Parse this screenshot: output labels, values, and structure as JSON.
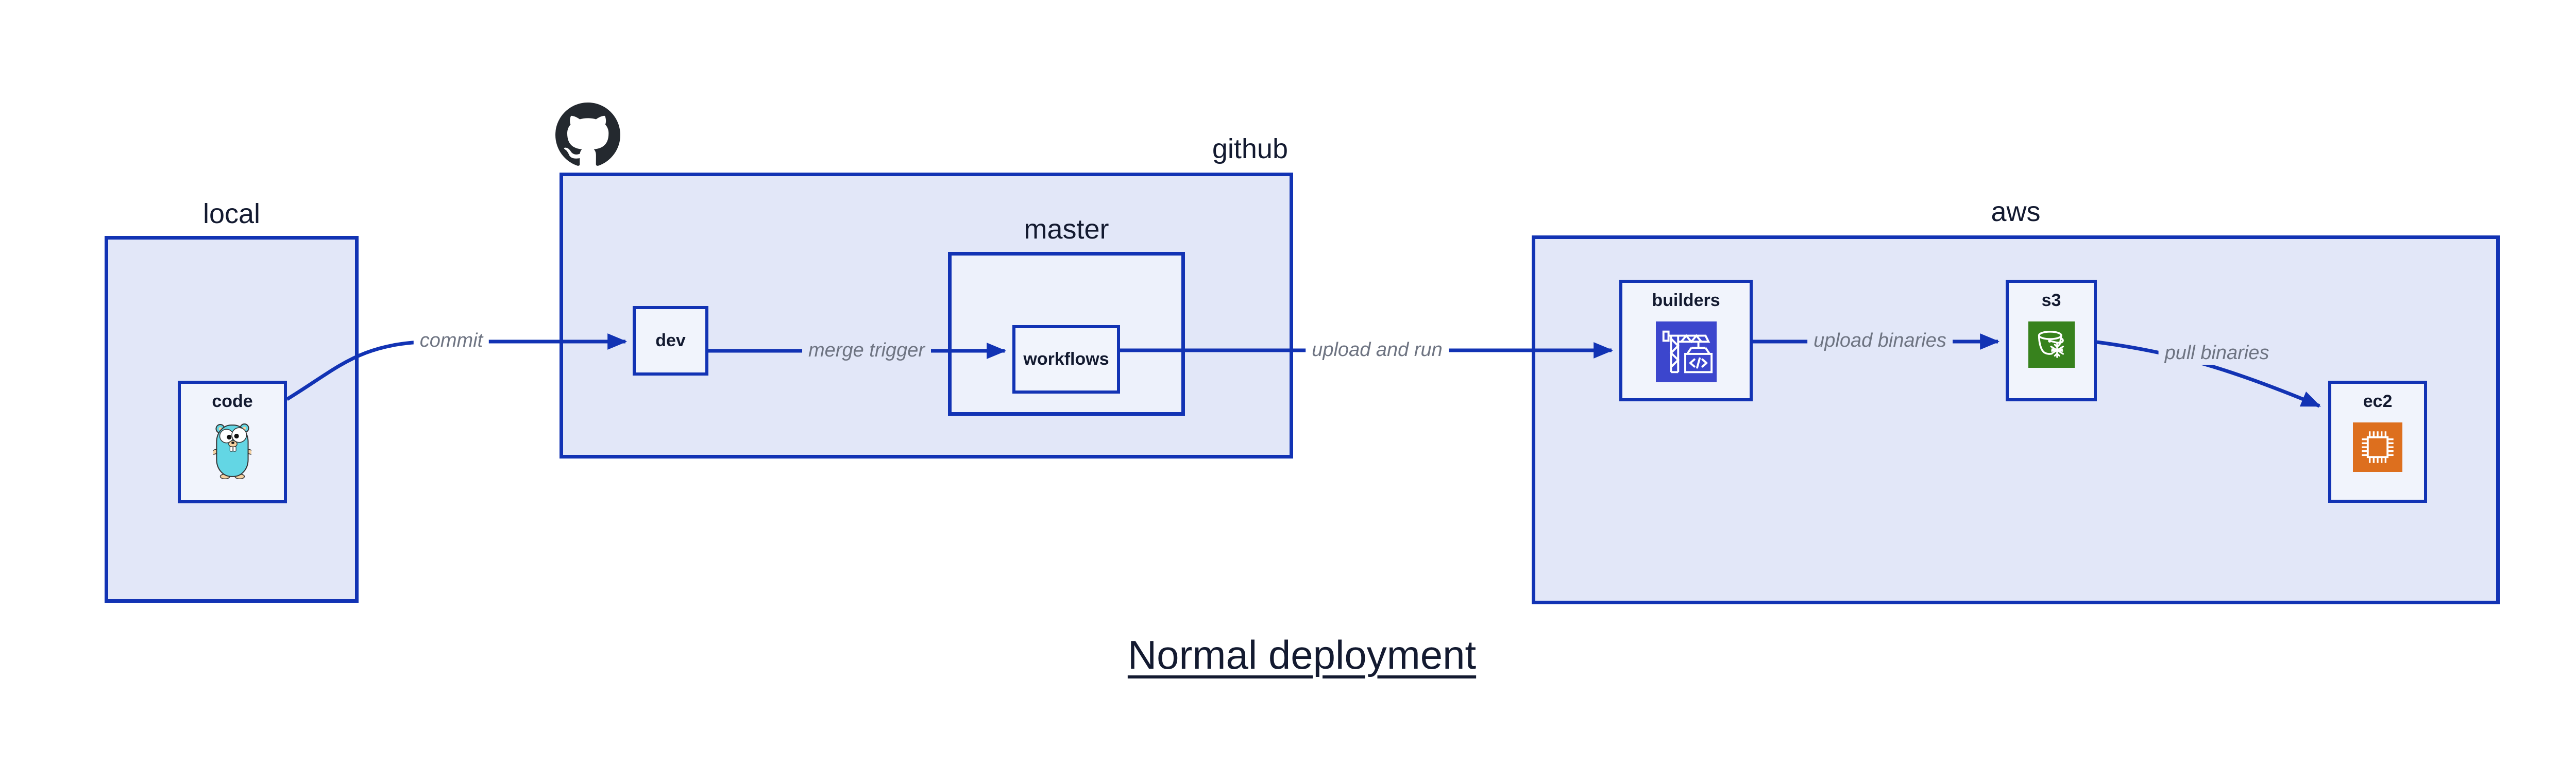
{
  "diagram": {
    "title": "Normal deployment",
    "groups": {
      "local": {
        "label": "local"
      },
      "github": {
        "label": "github"
      },
      "master": {
        "label": "master"
      },
      "aws": {
        "label": "aws"
      }
    },
    "nodes": {
      "code": {
        "label": "code",
        "icon": "go-gopher-icon"
      },
      "dev": {
        "label": "dev"
      },
      "workflows": {
        "label": "workflows"
      },
      "builders": {
        "label": "builders",
        "icon": "codebuild-crane-icon"
      },
      "s3": {
        "label": "s3",
        "icon": "s3-bucket-snowflake-icon"
      },
      "ec2": {
        "label": "ec2",
        "icon": "ec2-chip-icon"
      }
    },
    "edges": [
      {
        "from": "code",
        "to": "dev",
        "label": "commit"
      },
      {
        "from": "dev",
        "to": "workflows",
        "label": "merge trigger"
      },
      {
        "from": "workflows",
        "to": "builders",
        "label": "upload and run"
      },
      {
        "from": "builders",
        "to": "s3",
        "label": "upload binaries"
      },
      {
        "from": "s3",
        "to": "ec2",
        "label": "pull binaries"
      }
    ],
    "icons": {
      "github": "github-octocat-logo",
      "code": "go-gopher",
      "builders": "codebuild-crane-container",
      "s3": "glacier-bucket-snowflake",
      "ec2": "cpu-chip"
    },
    "colors": {
      "box_border": "#1233b4",
      "arrow": "#1233b4",
      "group_fill": "#e2e7f8",
      "master_fill": "#edf1fb",
      "node_fill": "#f1f4fc",
      "heading_text": "#131a30",
      "edge_label_text": "#6e7482",
      "github_logo": "#24292f",
      "gopher_body": "#63d6e4",
      "codebuild_bg": "#3c46cd",
      "s3_bg": "#37821d",
      "ec2_bg": "#dd6f1e"
    }
  }
}
